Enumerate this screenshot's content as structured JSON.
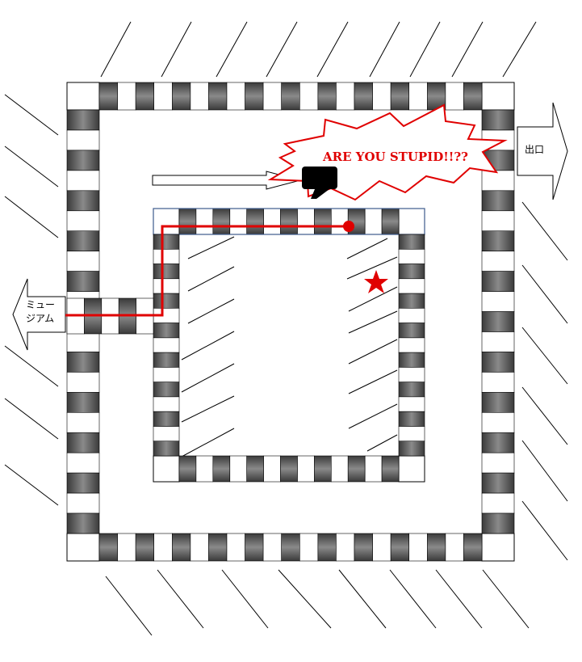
{
  "labels": {
    "exit": "出口",
    "museum_line1": "ミュー",
    "museum_line2": "ジアム",
    "shout": "ARE YOU STUPID!!??"
  },
  "colors": {
    "block_dark": "#4a4a4a",
    "block_light": "#ffffff",
    "outline": "#000000",
    "route": "#e00000",
    "star": "#e00000",
    "inner_top_outline": "#3c5a8c"
  },
  "icons": {
    "player": "black-camera-figure-icon",
    "goal": "red-star-icon",
    "route_end": "red-dot-icon",
    "exit_arrow": "right-arrow-icon",
    "museum_arrow": "left-arrow-icon",
    "hint_arrow": "right-arrow-icon"
  }
}
